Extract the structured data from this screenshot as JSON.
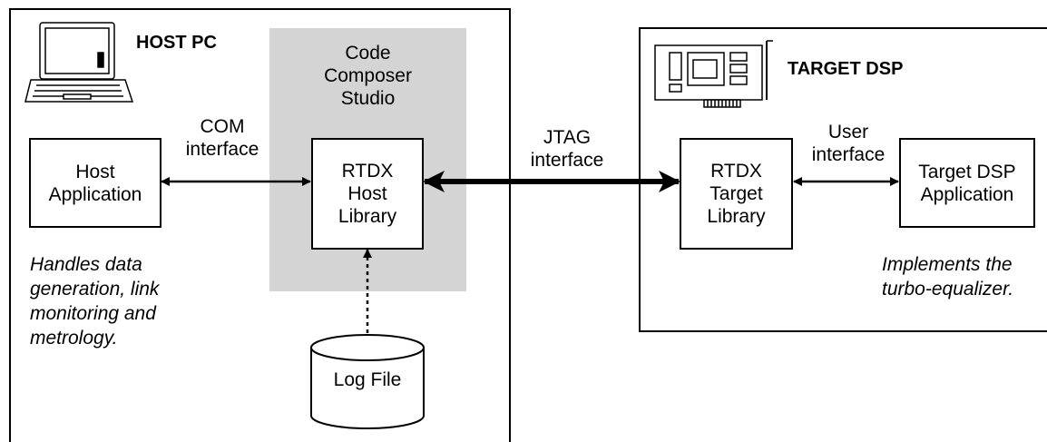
{
  "host_pc": {
    "title": "HOST PC",
    "note": "Handles data\ngeneration, link\nmonitoring and\nmetrology."
  },
  "ccs": {
    "label": "Code\nComposer\nStudio"
  },
  "host_application": {
    "label": "Host\nApplication"
  },
  "rtdx_host_library": {
    "label": "RTDX\nHost\nLibrary"
  },
  "com_interface": {
    "label": "COM\ninterface"
  },
  "log_file": {
    "label": "Log File"
  },
  "jtag_interface": {
    "label": "JTAG\ninterface"
  },
  "target_dsp": {
    "title": "TARGET DSP",
    "note": "Implements the\nturbo-equalizer."
  },
  "rtdx_target_library": {
    "label": "RTDX\nTarget\nLibrary"
  },
  "user_interface": {
    "label": "User\ninterface"
  },
  "target_dsp_application": {
    "label": "Target DSP\nApplication"
  },
  "icons": {
    "host": "laptop-icon",
    "target": "circuit-board-icon"
  }
}
